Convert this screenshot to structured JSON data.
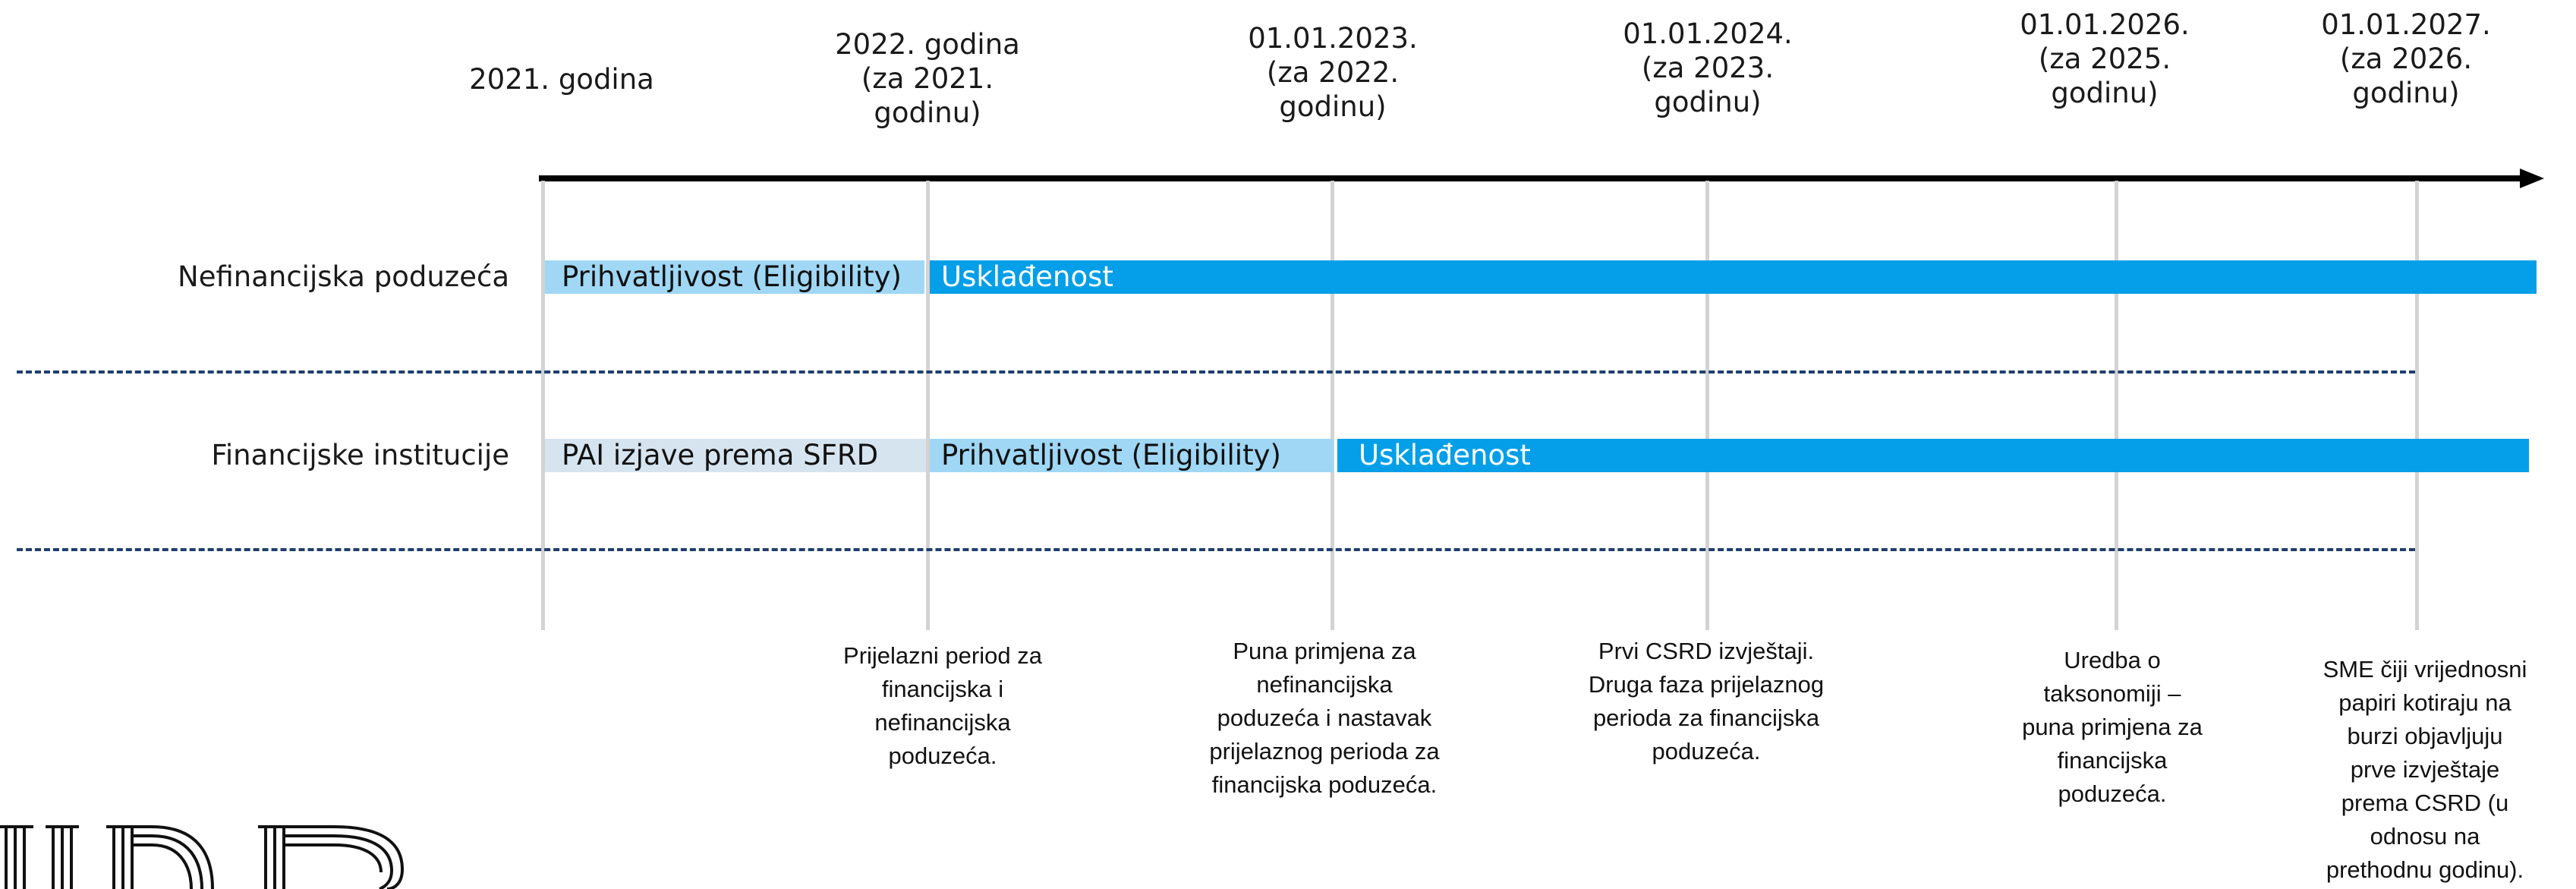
{
  "colors": {
    "light_segment": "#9fd7f5",
    "pale_segment": "#d6e4ef",
    "strong_segment": "#049fe8",
    "axis": "#000000",
    "milestone_line": "#d3d3d3",
    "divider": "#1f3f6e"
  },
  "headers": [
    {
      "lines": [
        "2021. godina"
      ]
    },
    {
      "lines": [
        "2022. godina",
        "(za 2021.",
        "godinu)"
      ]
    },
    {
      "lines": [
        "01.01.2023.",
        "(za 2022.",
        "godinu)"
      ]
    },
    {
      "lines": [
        "01.01.2024.",
        "(za 2023.",
        "godinu)"
      ]
    },
    {
      "lines": [
        "01.01.2026.",
        "(za 2025.",
        "godinu)"
      ]
    },
    {
      "lines": [
        "01.01.2027.",
        "(za 2026.",
        "godinu)"
      ]
    }
  ],
  "rows": [
    {
      "label": "Nefinancijska poduzeća",
      "segments": [
        {
          "label": "Prihvatljivost (Eligibility)"
        },
        {
          "label": "Usklađenost"
        }
      ]
    },
    {
      "label": "Financijske institucije",
      "segments": [
        {
          "label": "PAI izjave prema SFRD"
        },
        {
          "label": "Prihvatljivost (Eligibility)"
        },
        {
          "label": "Usklađenost"
        }
      ]
    }
  ],
  "notes": [
    {
      "lines": [
        "Prijelazni period za",
        "financijska i",
        "nefinancijska",
        "poduzeća."
      ]
    },
    {
      "lines": [
        "Puna primjena za",
        "nefinancijska",
        "poduzeća i nastavak",
        "prijelaznog perioda za",
        "financijska poduzeća."
      ]
    },
    {
      "lines": [
        "Prvi CSRD izvještaji.",
        "Druga faza prijelaznog",
        "perioda za  financijska",
        "poduzeća."
      ]
    },
    {
      "lines": [
        "Uredba o",
        "taksonomiji –",
        "puna primjena za",
        "financijska",
        "poduzeća."
      ]
    },
    {
      "lines": [
        "SME čiji vrijednosni",
        "papiri kotiraju na",
        "burzi objavljuju",
        "prve izvještaje",
        "prema CSRD (u",
        "odnosu na",
        "prethodnu godinu)."
      ]
    }
  ],
  "logo": {
    "text": "UDR",
    "icon": "company-logo-mark"
  }
}
